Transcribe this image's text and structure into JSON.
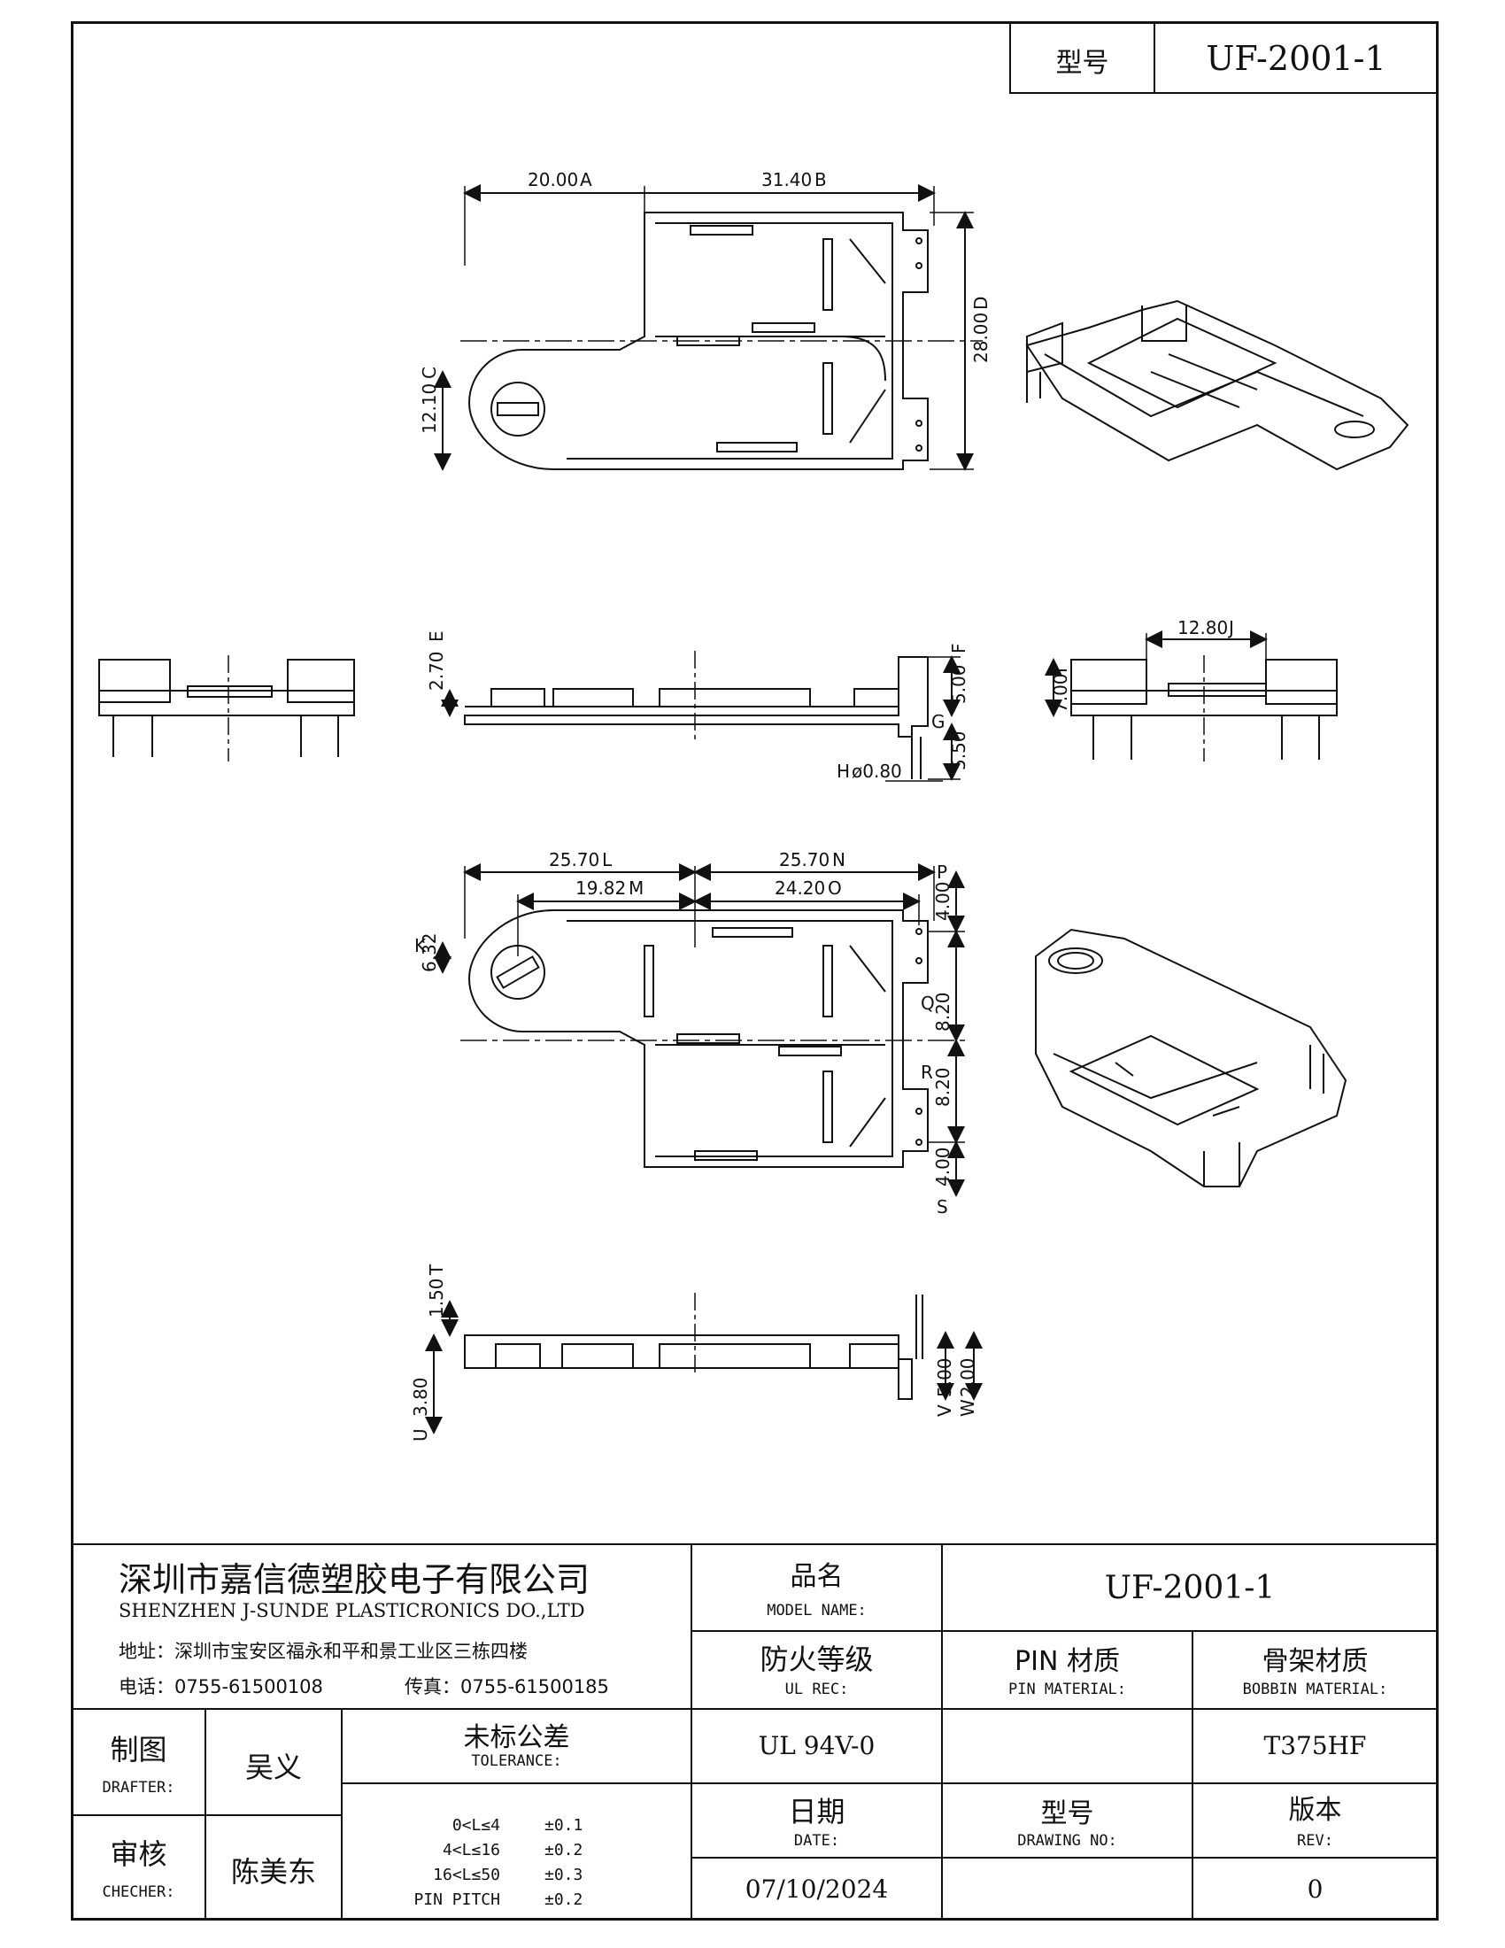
{
  "header": {
    "model_label": "型号",
    "model_value": "UF-2001-1"
  },
  "dimensions": {
    "top_view": {
      "d_a": "20.00",
      "d_a_tag": "A",
      "d_b": "31.40",
      "d_b_tag": "B",
      "d_c": "12.10",
      "d_c_tag": "C",
      "d_d": "28.00",
      "d_d_tag": "D"
    },
    "side_view": {
      "d_e": "2.70",
      "d_e_tag": "E",
      "d_f": "5.00",
      "d_f_tag": "F",
      "d_g": "5.50",
      "d_g_tag": "G",
      "d_h": "ø0.80",
      "d_h_tag": "H"
    },
    "end_view": {
      "d_i": "7.00",
      "d_i_tag": "I",
      "d_j": "12.80",
      "d_j_tag": "J"
    },
    "bottom_view": {
      "d_k": "6.32",
      "d_k_tag": "K",
      "d_l": "25.70",
      "d_l_tag": "L",
      "d_m": "19.82",
      "d_m_tag": "M",
      "d_n": "25.70",
      "d_n_tag": "N",
      "d_o": "24.20",
      "d_o_tag": "O",
      "d_p": "4.00",
      "d_p_tag": "P",
      "d_q": "8.20",
      "d_q_tag": "Q",
      "d_r": "8.20",
      "d_r_tag": "R",
      "d_s": "4.00",
      "d_s_tag": "S"
    },
    "lower_side_view": {
      "d_t": "1.50",
      "d_t_tag": "T",
      "d_u": "3.80",
      "d_u_tag": "U",
      "d_v": "5.00",
      "d_v_tag": "V",
      "d_w": "2.00",
      "d_w_tag": "W"
    }
  },
  "title_block": {
    "company_cn": "深圳市嘉信德塑胶电子有限公司",
    "company_en": "SHENZHEN J-SUNDE PLASTICRONICS DO.,LTD",
    "address": "地址：深圳市宝安区福永和平和景工业区三栋四楼",
    "phone": "电话：0755-61500108",
    "fax": "传真：0755-61500185",
    "product_name_cn": "品名",
    "product_name_en": "MODEL NAME:",
    "product_name_value": "UF-2001-1",
    "fire_cn": "防火等级",
    "fire_en": "UL REC:",
    "fire_value": "UL 94V-0",
    "pin_cn": "PIN 材质",
    "pin_en": "PIN MATERIAL:",
    "pin_value": "",
    "bobbin_cn": "骨架材质",
    "bobbin_en": "BOBBIN MATERIAL:",
    "bobbin_value": "T375HF",
    "drafter_cn": "制图",
    "drafter_en": "DRAFTER:",
    "drafter_value": "吴义",
    "checker_cn": "审核",
    "checker_en": "CHECHER:",
    "checker_value": "陈美东",
    "tolerance_cn": "未标公差",
    "tolerance_en": "TOLERANCE:",
    "tolerances": [
      {
        "range": "0<L≤4",
        "value": "±0.1"
      },
      {
        "range": "4<L≤16",
        "value": "±0.2"
      },
      {
        "range": "16<L≤50",
        "value": "±0.3"
      },
      {
        "range": "PIN PITCH",
        "value": "±0.2"
      }
    ],
    "date_cn": "日期",
    "date_en": "DATE:",
    "date_value": "07/10/2024",
    "drawing_no_cn": "型号",
    "drawing_no_en": "DRAWING NO:",
    "drawing_no_value": "",
    "rev_cn": "版本",
    "rev_en": "REV:",
    "rev_value": "0"
  }
}
